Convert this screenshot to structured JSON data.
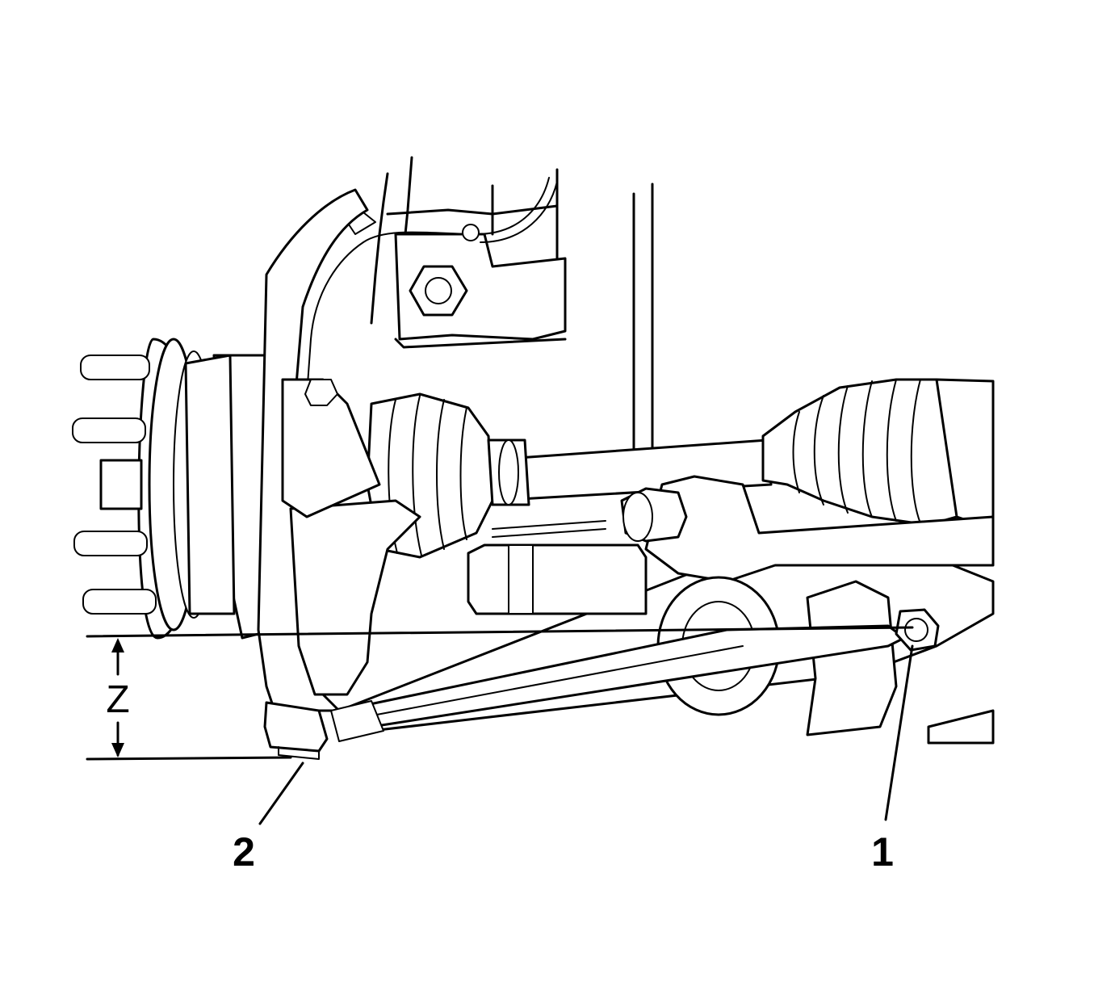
{
  "figure": {
    "callouts": [
      {
        "id": "callout-1",
        "text": "1"
      },
      {
        "id": "callout-2",
        "text": "2"
      }
    ],
    "dimension": {
      "label": "Z"
    },
    "colors": {
      "line": "#000000",
      "background": "#ffffff"
    }
  }
}
